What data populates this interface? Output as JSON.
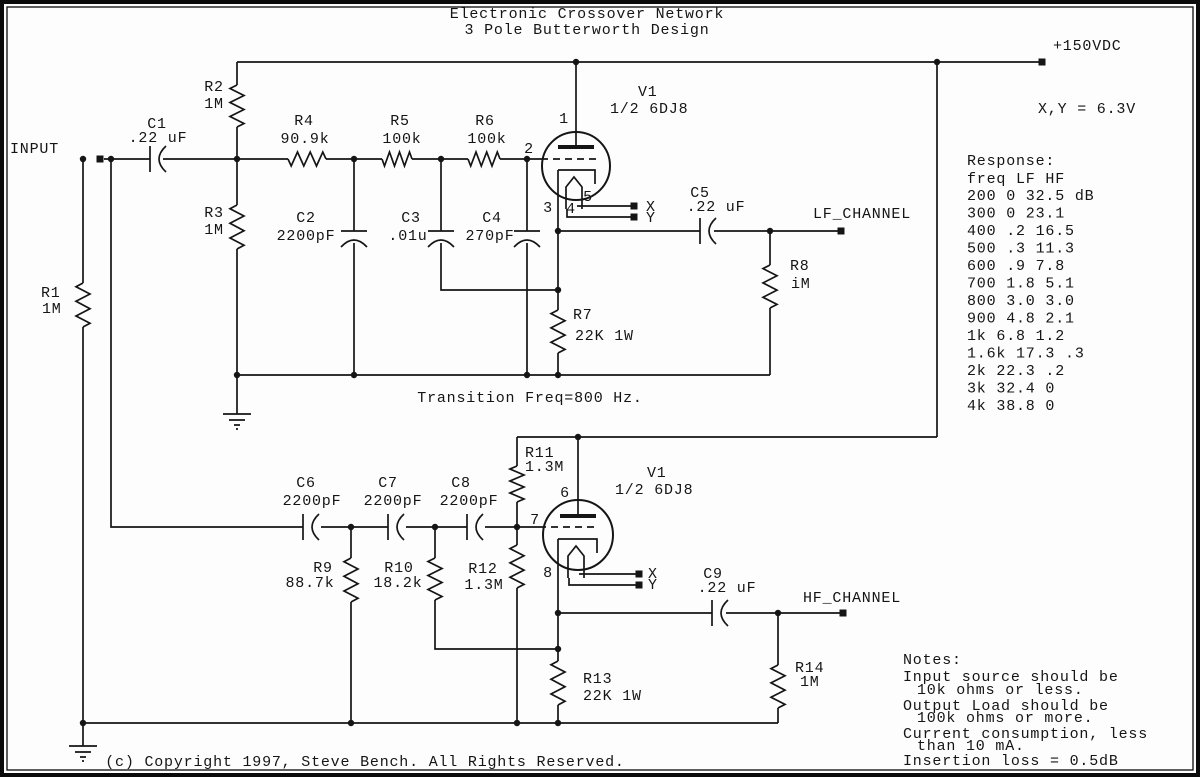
{
  "title": {
    "line1": "Electronic Crossover Network",
    "line2": "3 Pole Butterworth Design"
  },
  "input_label": "INPUT",
  "power": {
    "rail_label": "+150VDC",
    "heater_label": "X,Y = 6.3V"
  },
  "outputs": {
    "lf": "LF_CHANNEL",
    "hf": "HF_CHANNEL"
  },
  "tubes": {
    "upper": {
      "ref": "V1",
      "type": "1/2 6DJ8",
      "pins": [
        "1",
        "2",
        "3",
        "4",
        "5"
      ],
      "x_label": "X",
      "y_label": "Y"
    },
    "lower": {
      "ref": "V1",
      "type": "1/2 6DJ8",
      "pins": [
        "6",
        "7",
        "8"
      ],
      "x_label": "X",
      "y_label": "Y"
    }
  },
  "components": {
    "r1": {
      "ref": "R1",
      "value": "1M"
    },
    "r2": {
      "ref": "R2",
      "value": "1M"
    },
    "r3": {
      "ref": "R3",
      "value": "1M"
    },
    "r4": {
      "ref": "R4",
      "value": "90.9k"
    },
    "r5": {
      "ref": "R5",
      "value": "100k"
    },
    "r6": {
      "ref": "R6",
      "value": "100k"
    },
    "r7": {
      "ref": "R7",
      "value": "22K 1W"
    },
    "r8": {
      "ref": "R8",
      "value": "iM"
    },
    "r9": {
      "ref": "R9",
      "value": "88.7k"
    },
    "r10": {
      "ref": "R10",
      "value": "18.2k"
    },
    "r11": {
      "ref": "R11",
      "value": "1.3M"
    },
    "r12": {
      "ref": "R12",
      "value": "1.3M"
    },
    "r13": {
      "ref": "R13",
      "value": "22K 1W"
    },
    "r14": {
      "ref": "R14",
      "value": "1M"
    },
    "c1": {
      "ref": "C1",
      "value": ".22 uF"
    },
    "c2": {
      "ref": "C2",
      "value": "2200pF"
    },
    "c3": {
      "ref": "C3",
      "value": ".01u"
    },
    "c4": {
      "ref": "C4",
      "value": "270pF"
    },
    "c5": {
      "ref": "C5",
      "value": ".22 uF"
    },
    "c6": {
      "ref": "C6",
      "value": "2200pF"
    },
    "c7": {
      "ref": "C7",
      "value": "2200pF"
    },
    "c8": {
      "ref": "C8",
      "value": "2200pF"
    },
    "c9": {
      "ref": "C9",
      "value": ".22 uF"
    }
  },
  "annotations": {
    "transition": "Transition Freq=800 Hz.",
    "copyright": "(c) Copyright 1997, Steve Bench. All Rights Reserved."
  },
  "response": {
    "heading": "Response:",
    "columns": [
      "freq",
      "LF",
      "HF"
    ],
    "unit": "dB",
    "rows": [
      {
        "freq": "200",
        "lf": "0",
        "hf": "32.5"
      },
      {
        "freq": "300",
        "lf": "0",
        "hf": "23.1"
      },
      {
        "freq": "400",
        "lf": ".2",
        "hf": "16.5"
      },
      {
        "freq": "500",
        "lf": ".3",
        "hf": "11.3"
      },
      {
        "freq": "600",
        "lf": ".9",
        "hf": "7.8"
      },
      {
        "freq": "700",
        "lf": "1.8",
        "hf": "5.1"
      },
      {
        "freq": "800",
        "lf": "3.0",
        "hf": "3.0"
      },
      {
        "freq": "900",
        "lf": "4.8",
        "hf": "2.1"
      },
      {
        "freq": "1k",
        "lf": "6.8",
        "hf": "1.2"
      },
      {
        "freq": "1.6k",
        "lf": "17.3",
        "hf": ".3"
      },
      {
        "freq": "2k",
        "lf": "22.3",
        "hf": ".2"
      },
      {
        "freq": "3k",
        "lf": "32.4",
        "hf": "0"
      },
      {
        "freq": "4k",
        "lf": "38.8",
        "hf": "0"
      }
    ]
  },
  "notes": {
    "heading": "Notes:",
    "lines": [
      {
        "text": "Input source should be",
        "indent": false
      },
      {
        "text": "10k ohms or less.",
        "indent": true
      },
      {
        "text": "Output Load should be",
        "indent": false
      },
      {
        "text": "100k ohms or more.",
        "indent": true
      },
      {
        "text": "Current consumption, less",
        "indent": false
      },
      {
        "text": "than 10 mA.",
        "indent": true
      },
      {
        "text": "Insertion loss = 0.5dB",
        "indent": false
      }
    ]
  }
}
